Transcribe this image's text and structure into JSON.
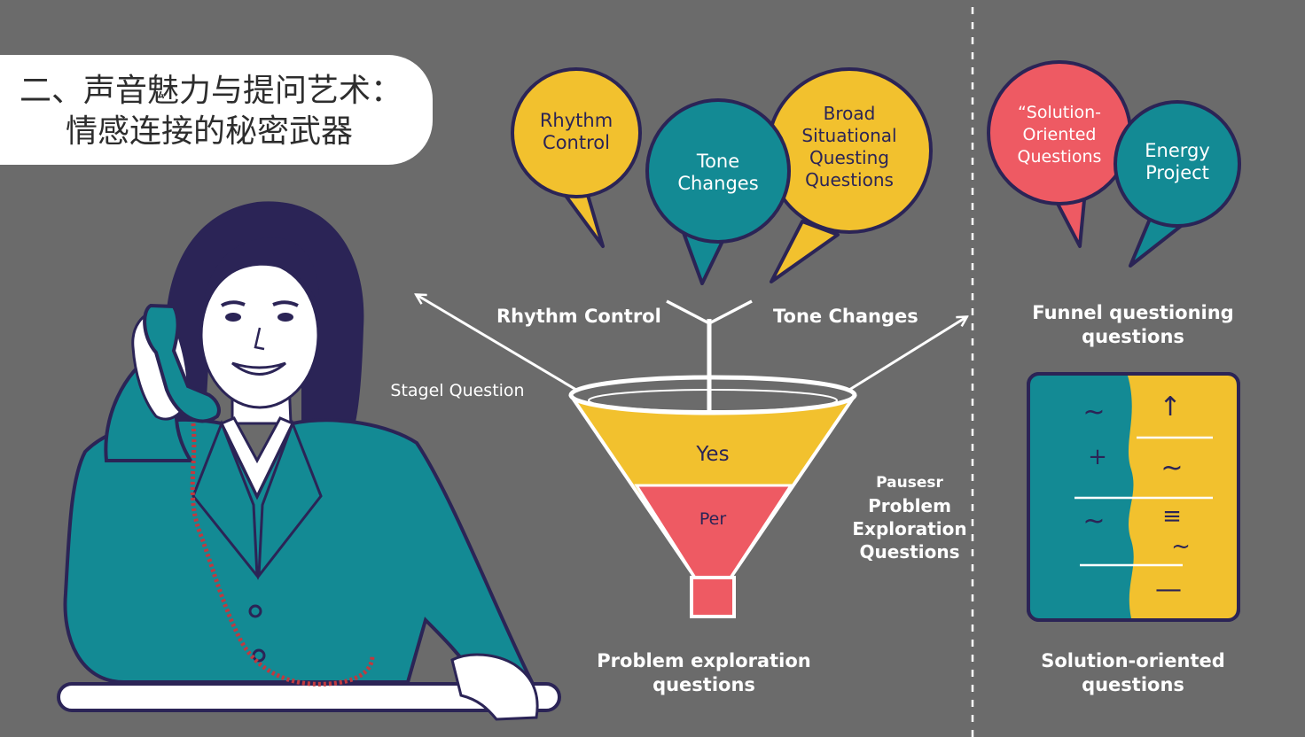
{
  "title": {
    "line1": "二、声音魅力与提问艺术：",
    "line2": "情感连接的秘密武器"
  },
  "bubbles": {
    "rhythm_control": {
      "line1": "Rhythm",
      "line2": "Control",
      "color": "#f2c12e"
    },
    "tone_changes": {
      "line1": "Tone",
      "line2": "Changes",
      "color": "#138a94"
    },
    "broad_situational": {
      "line1": "Broad",
      "line2": "Situational",
      "line3": "Questing",
      "line4": "Questions",
      "color": "#f2c12e"
    },
    "solution_oriented": {
      "line1": "“Solution-",
      "line2": "Oriented",
      "line3": "Questions",
      "color": "#ee5a63"
    },
    "energy_project": {
      "line1": "Energy",
      "line2": "Project",
      "color": "#138a94"
    }
  },
  "labels": {
    "rhythm_control": "Rhythm Control",
    "tone_changes": "Tone Changes",
    "staged_question": "Stagel Question",
    "pauses_line1": "Pausesr",
    "pauses_line2": "Problem",
    "pauses_line3": "Exploration",
    "pauses_line4": "Questions",
    "problem_exploration_line1": "Problem exploration",
    "problem_exploration_line2": "questions",
    "funnel_line1": "Funnel questioning",
    "funnel_line2": "questions",
    "solution_line1": "Solution-oriented",
    "solution_line2": "questions"
  },
  "funnel": {
    "top_label": "Yes",
    "middle_label": "Per",
    "colors": {
      "yellow": "#f2c12e",
      "red": "#ee5a63",
      "rim": "#ffffff"
    }
  },
  "panel": {
    "left_symbols": [
      "~",
      "+",
      "~"
    ],
    "right_symbols": [
      "↑",
      "~",
      "≡",
      "~",
      "—"
    ],
    "colors": {
      "teal": "#138a94",
      "yellow": "#f2c12e"
    }
  },
  "colors": {
    "background": "#6b6b6b",
    "teal": "#138a94",
    "yellow": "#f2c12e",
    "coral": "#ee5a63",
    "navy": "#2b2456"
  }
}
